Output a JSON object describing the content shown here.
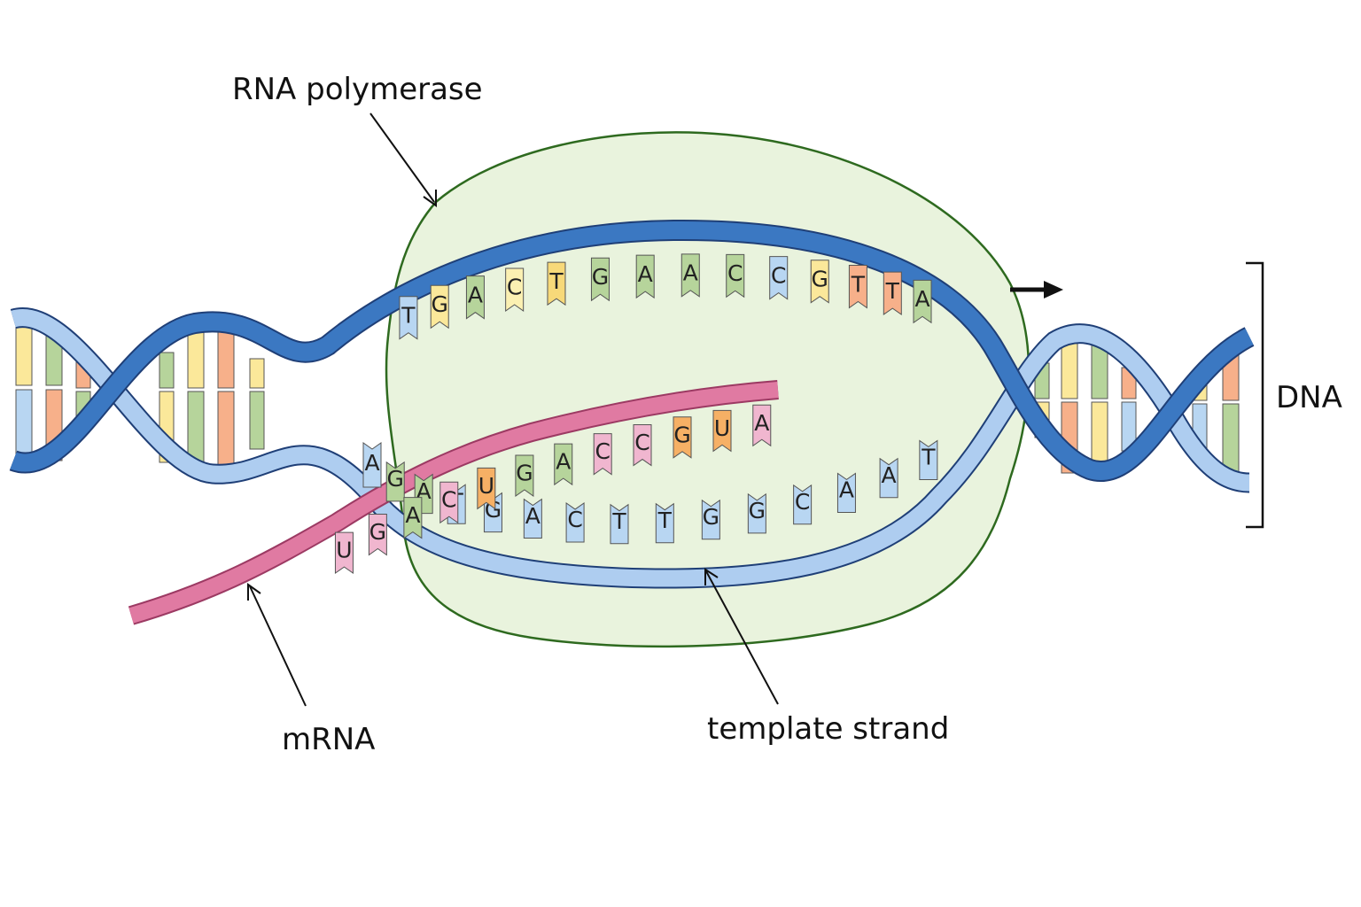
{
  "labels": {
    "polymerase": "RNA polymerase",
    "dna": "DNA",
    "mrna": "mRNA",
    "template": "template strand"
  },
  "colors": {
    "strand_dark": "#3b78c2",
    "strand_light": "#aecdf0",
    "strand_outline": "#1f3f77",
    "mrna": "#e07aa2",
    "mrna_outline": "#9c3a63",
    "polymerase_fill": "#e9f3dd",
    "polymerase_outline": "#2e6a1f",
    "base_A": "#b6d49b",
    "base_T": "#f7b08a",
    "base_C": "#b8d6f2",
    "base_G": "#fbe89a",
    "base_U": "#f0b6cf"
  },
  "coding_strand": {
    "bases": [
      "T",
      "G",
      "A",
      "C",
      "T",
      "G",
      "A",
      "A",
      "C",
      "C",
      "G",
      "T",
      "T",
      "A"
    ],
    "colors": [
      "#b8d6f2",
      "#fbe89a",
      "#b6d49b",
      "#fbf0b2",
      "#f7d979",
      "#b6d49b",
      "#b6d49b",
      "#b6d49b",
      "#b6d49b",
      "#b8d6f2",
      "#fbe89a",
      "#f7b08a",
      "#f7b08a",
      "#b6d49b"
    ]
  },
  "template_strand": {
    "bases": [
      "A",
      "G",
      "A",
      "T",
      "G",
      "A",
      "C",
      "T",
      "T",
      "G",
      "G",
      "C",
      "A",
      "A",
      "T"
    ],
    "colors": [
      "#b8d6f2",
      "#b6d49b",
      "#b6d49b",
      "#b8d6f2",
      "#b8d6f2",
      "#b8d6f2",
      "#b8d6f2",
      "#b8d6f2",
      "#b8d6f2",
      "#b8d6f2",
      "#b8d6f2",
      "#b8d6f2",
      "#b8d6f2",
      "#b8d6f2",
      "#b8d6f2"
    ]
  },
  "mrna_strand": {
    "bases": [
      "U",
      "G",
      "A",
      "C",
      "U",
      "G",
      "A",
      "C",
      "C",
      "G",
      "U",
      "A"
    ],
    "colors": [
      "#f0b6cf",
      "#f0b6cf",
      "#b6d49b",
      "#f0b6cf",
      "#f6b065",
      "#b6d49b",
      "#b6d49b",
      "#f0b6cf",
      "#f0b6cf",
      "#f6b065",
      "#f6b065",
      "#f0b6cf"
    ]
  }
}
